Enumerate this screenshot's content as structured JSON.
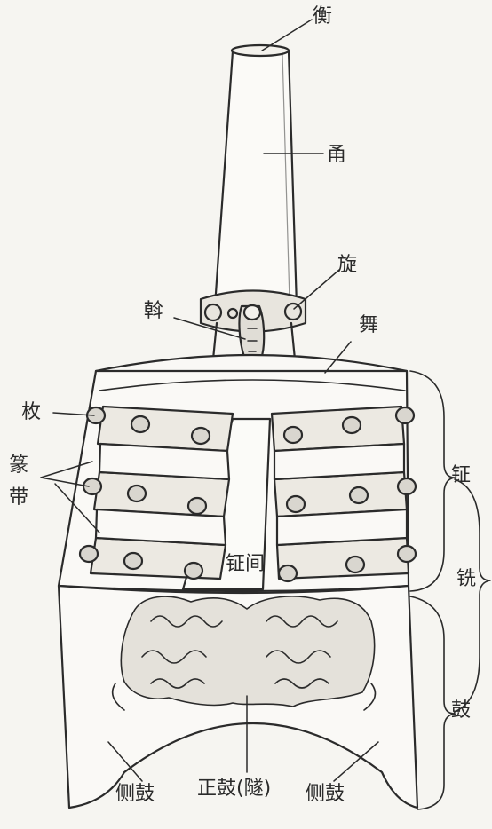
{
  "diagram": {
    "labels": {
      "heng": "衡",
      "yong": "甬",
      "xuan": "旋",
      "wo": "斡",
      "wu": "舞",
      "mei": "枚",
      "zhuan": "篆",
      "dai": "带",
      "zheng": "钲",
      "zhengjian": "钲间",
      "xian": "铣",
      "gu": "鼓",
      "cegu_left": "侧鼓",
      "zhenggu": "正鼓(隧)",
      "cegu_right": "侧鼓"
    },
    "colors": {
      "ink": "#2b2b2b",
      "paper": "#f6f5f1",
      "shade": "#d9d6cf"
    }
  }
}
